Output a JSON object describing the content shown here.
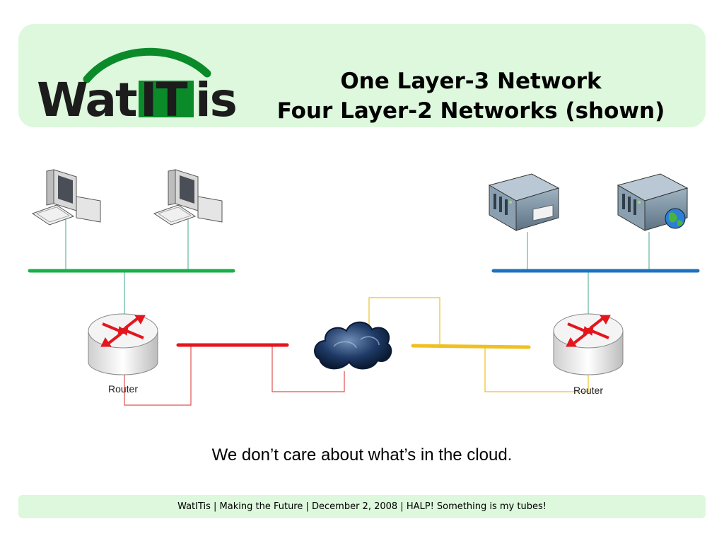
{
  "header": {
    "logo_text": "WatITis",
    "title_line1": "One Layer-3 Network",
    "title_line2": "Four Layer-2 Networks (shown)"
  },
  "diagram": {
    "router_left_label": "Router",
    "router_right_label": "Router",
    "lan_colors": {
      "left_lan": "#18b04a",
      "left_wan": "#e3161d",
      "right_wan": "#f0c020",
      "right_lan": "#1c72c2"
    }
  },
  "caption": "We don’t care about what’s in the cloud.",
  "footer": {
    "text": "WatITis | Making the Future | December 2, 2008 | HALP! Something is my tubes!"
  }
}
